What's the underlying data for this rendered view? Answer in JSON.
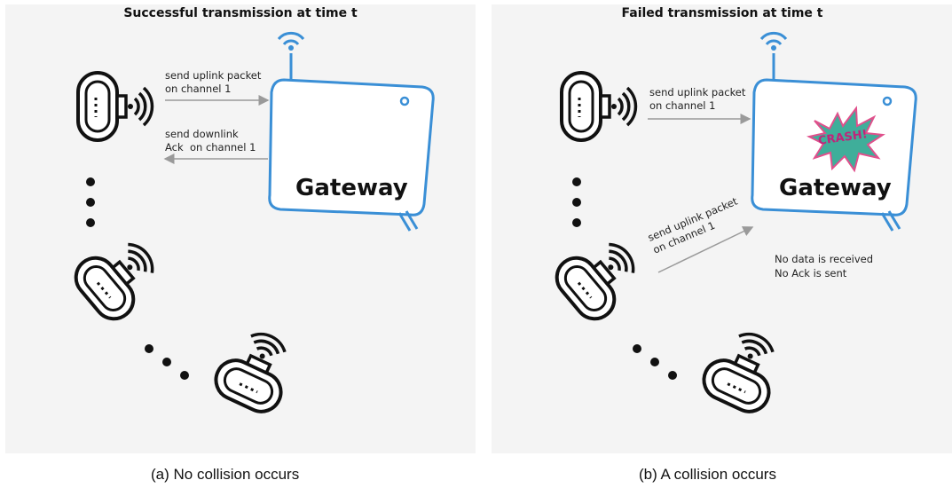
{
  "panel_a": {
    "title": "Successful transmission at time t",
    "gateway_label": "Gateway",
    "uplink_label": "send uplink packet\non channel 1",
    "downlink_label": "send downlink\nAck  on channel 1",
    "caption": "(a)  No collision occurs"
  },
  "panel_b": {
    "title": "Failed transmission at time t",
    "gateway_label": "Gateway",
    "uplink_label_top": "send uplink packet\non channel 1",
    "uplink_label_bottom": "send uplink packet\non channel 1",
    "crash_text": "CRASH!",
    "status_line1": "No data is received",
    "status_line2": "No Ack is sent",
    "caption": "(b)  A collision occurs"
  },
  "colors": {
    "gateway_stroke": "#3a8fd6",
    "arrow": "#9a9a9a",
    "device_stroke": "#111111",
    "panel_bg": "#f4f4f4"
  }
}
